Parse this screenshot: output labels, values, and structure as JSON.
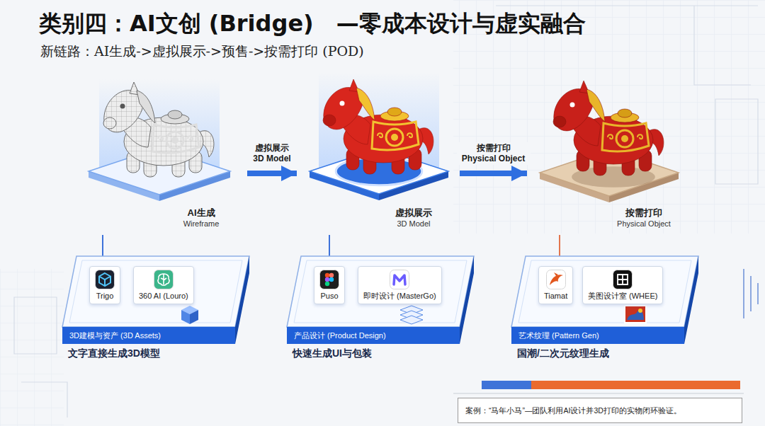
{
  "diagram": {
    "title": "类别四：AI文创 (Bridge)　—零成本设计与虚实融合",
    "nodes": [
      {
        "text": [
          "AI生成",
          "Wireframe"
        ]
      },
      {
        "text": [
          "虚拟展示",
          "3D Model"
        ]
      },
      {
        "text": [
          "按需打印",
          "Physical Object"
        ]
      },
      {
        "text": [
          "3D建模与资产 (3D Assets)",
          "文字直接生成3D模型"
        ]
      },
      {
        "text": [
          "Trigo"
        ],
        "in": 3
      },
      {
        "text": [
          "360 AI (Louro)"
        ],
        "in": 3
      },
      {
        "text": [
          "产品设计 (Product Design)",
          "快速生成UI与包装"
        ]
      },
      {
        "text": [
          "Puso"
        ],
        "in": 6
      },
      {
        "text": [
          "即时设计 (MasterGo)"
        ],
        "in": 6
      },
      {
        "text": [
          "艺术纹理 (Pattern Gen)",
          "国潮/二次元纹理生成"
        ]
      },
      {
        "text": [
          "Tiamat"
        ],
        "in": 9
      },
      {
        "text": [
          "美图设计室 (WHEE)"
        ],
        "in": 9
      },
      {
        "text": [
          "案例：“马年小马”—团队利用AI设计并3D打印的实物闭环验证。"
        ]
      }
    ],
    "edges": [
      {
        "from": 0,
        "to": 1,
        "label": "虚拟展示 3D Model",
        "arrow": "to"
      },
      {
        "from": 1,
        "to": 2,
        "label": "按需打印 Physical Object",
        "arrow": "to"
      },
      {
        "from": 0,
        "to": 3,
        "arrow": "none"
      },
      {
        "from": 1,
        "to": 6,
        "arrow": "none"
      },
      {
        "from": 2,
        "to": 9,
        "arrow": "none"
      }
    ],
    "labels": [
      "新链路：AI生成->虚拟展示->预售->按需打印 (POD)"
    ]
  }
}
